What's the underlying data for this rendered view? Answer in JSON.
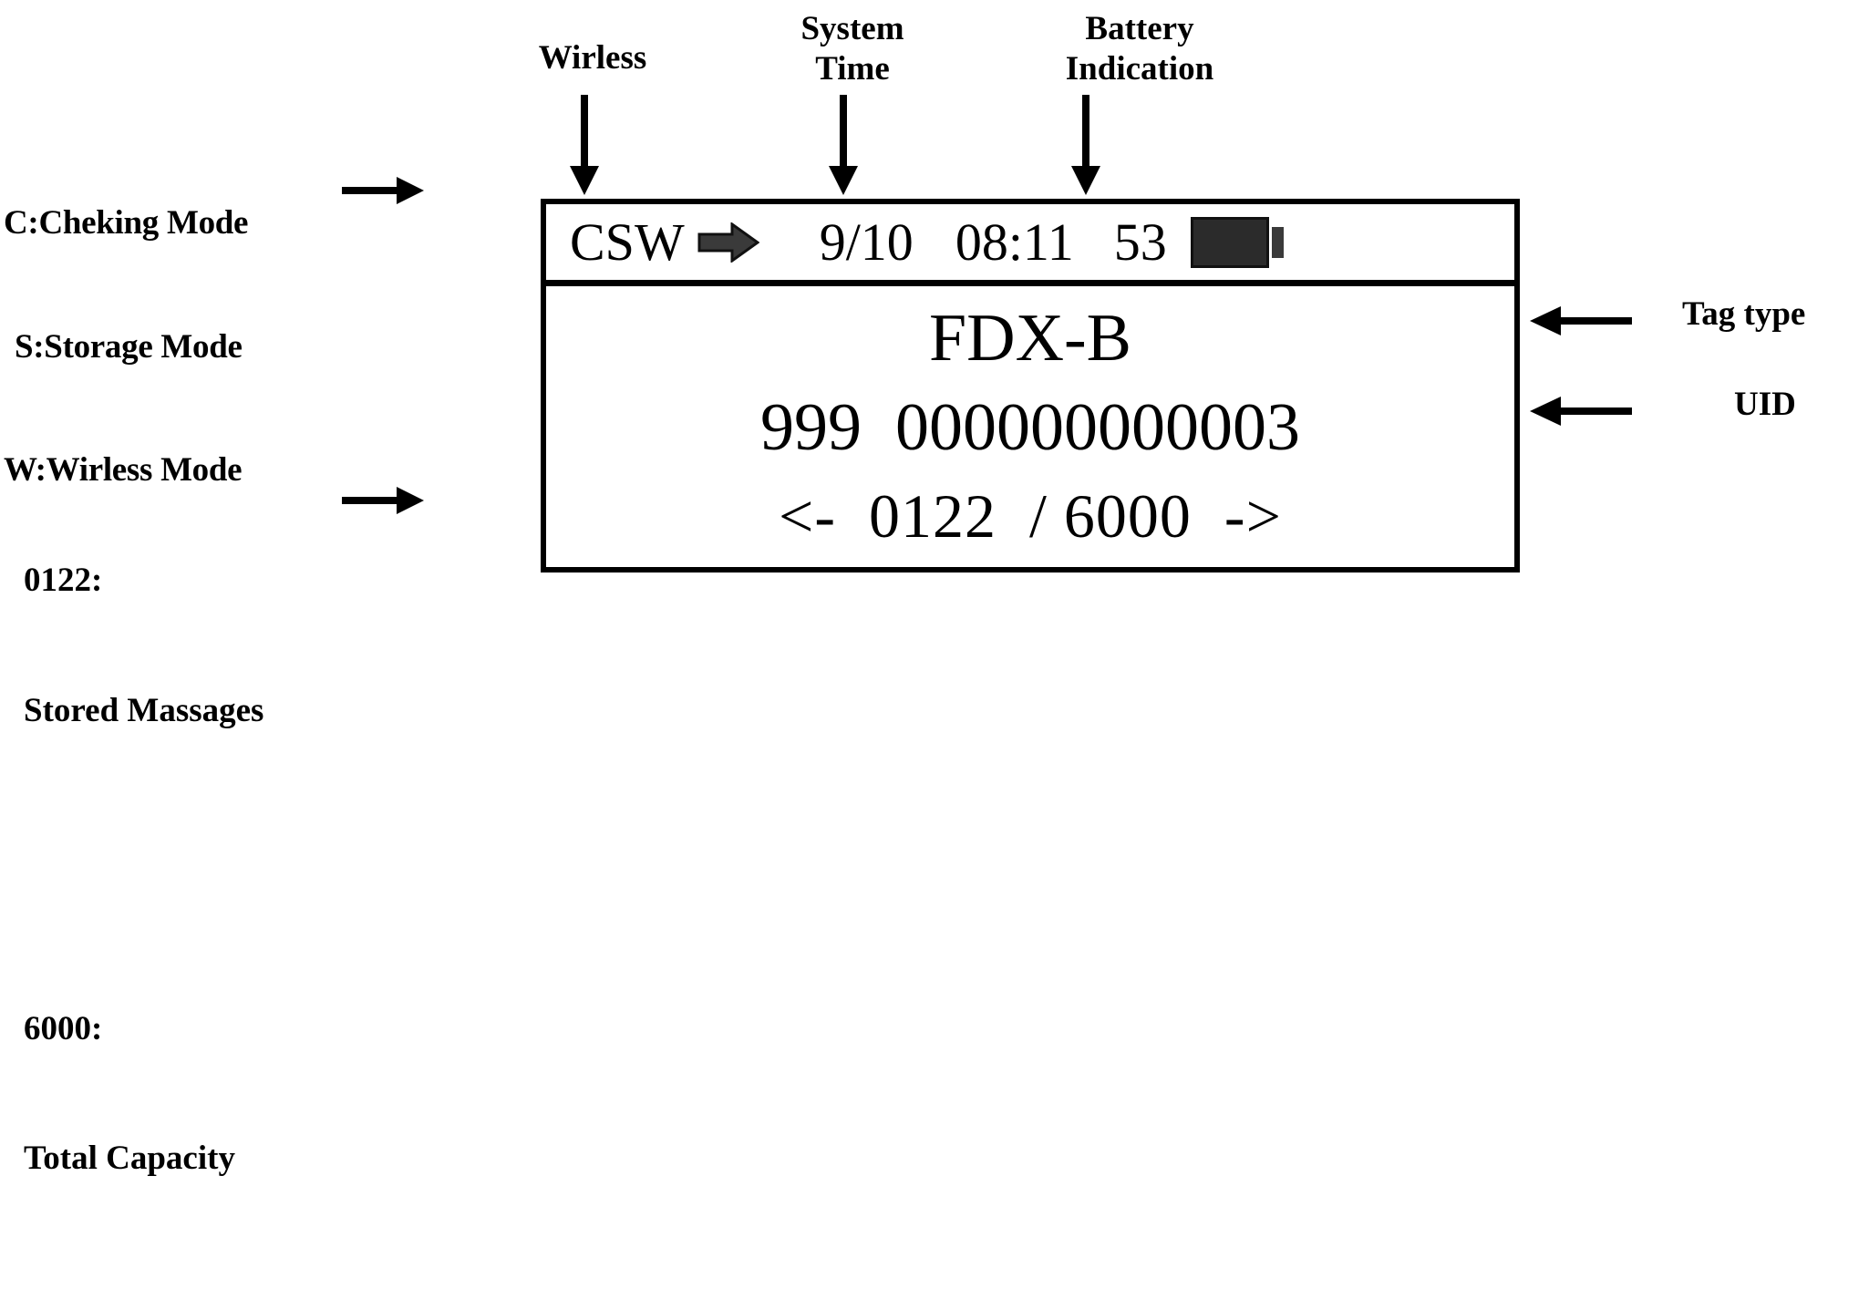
{
  "legends": {
    "mode": {
      "lines": [
        "C:Cheking Mode",
        "S:Storage Mode",
        "W:Wirless Mode"
      ]
    },
    "storage": {
      "groups": [
        {
          "value": "0122:",
          "caption": "Stored Massages"
        },
        {
          "value": "6000:",
          "caption": "Total Capacity"
        }
      ]
    }
  },
  "callouts": {
    "top": {
      "wireless": "Wirless",
      "system_time": "System\nTime",
      "battery": "Battery\nIndication"
    },
    "right": {
      "tag_type": "Tag type",
      "uid": "UID"
    }
  },
  "lcd": {
    "status_bar": {
      "mode": "CSW",
      "wireless_icon": "right-arrow-icon",
      "date": "9/10",
      "time": "08:11",
      "battery_percent": "53",
      "battery_icon": "battery-full-icon"
    },
    "display": {
      "tag_type": "FDX-B",
      "uid_prefix": "999",
      "uid_number": "000000000003",
      "uid_full": "999  000000000003",
      "record_line": "<-  0122  / 6000  ->",
      "prev_arrow": "<-",
      "current_record": "0122",
      "separator": "/",
      "total_capacity": "6000",
      "next_arrow": "->"
    }
  },
  "colors": {
    "background": "#ffffff",
    "ink": "#000000",
    "battery_fill": "#2b2b2b",
    "wireless_arrow": "#3a3a3a"
  }
}
